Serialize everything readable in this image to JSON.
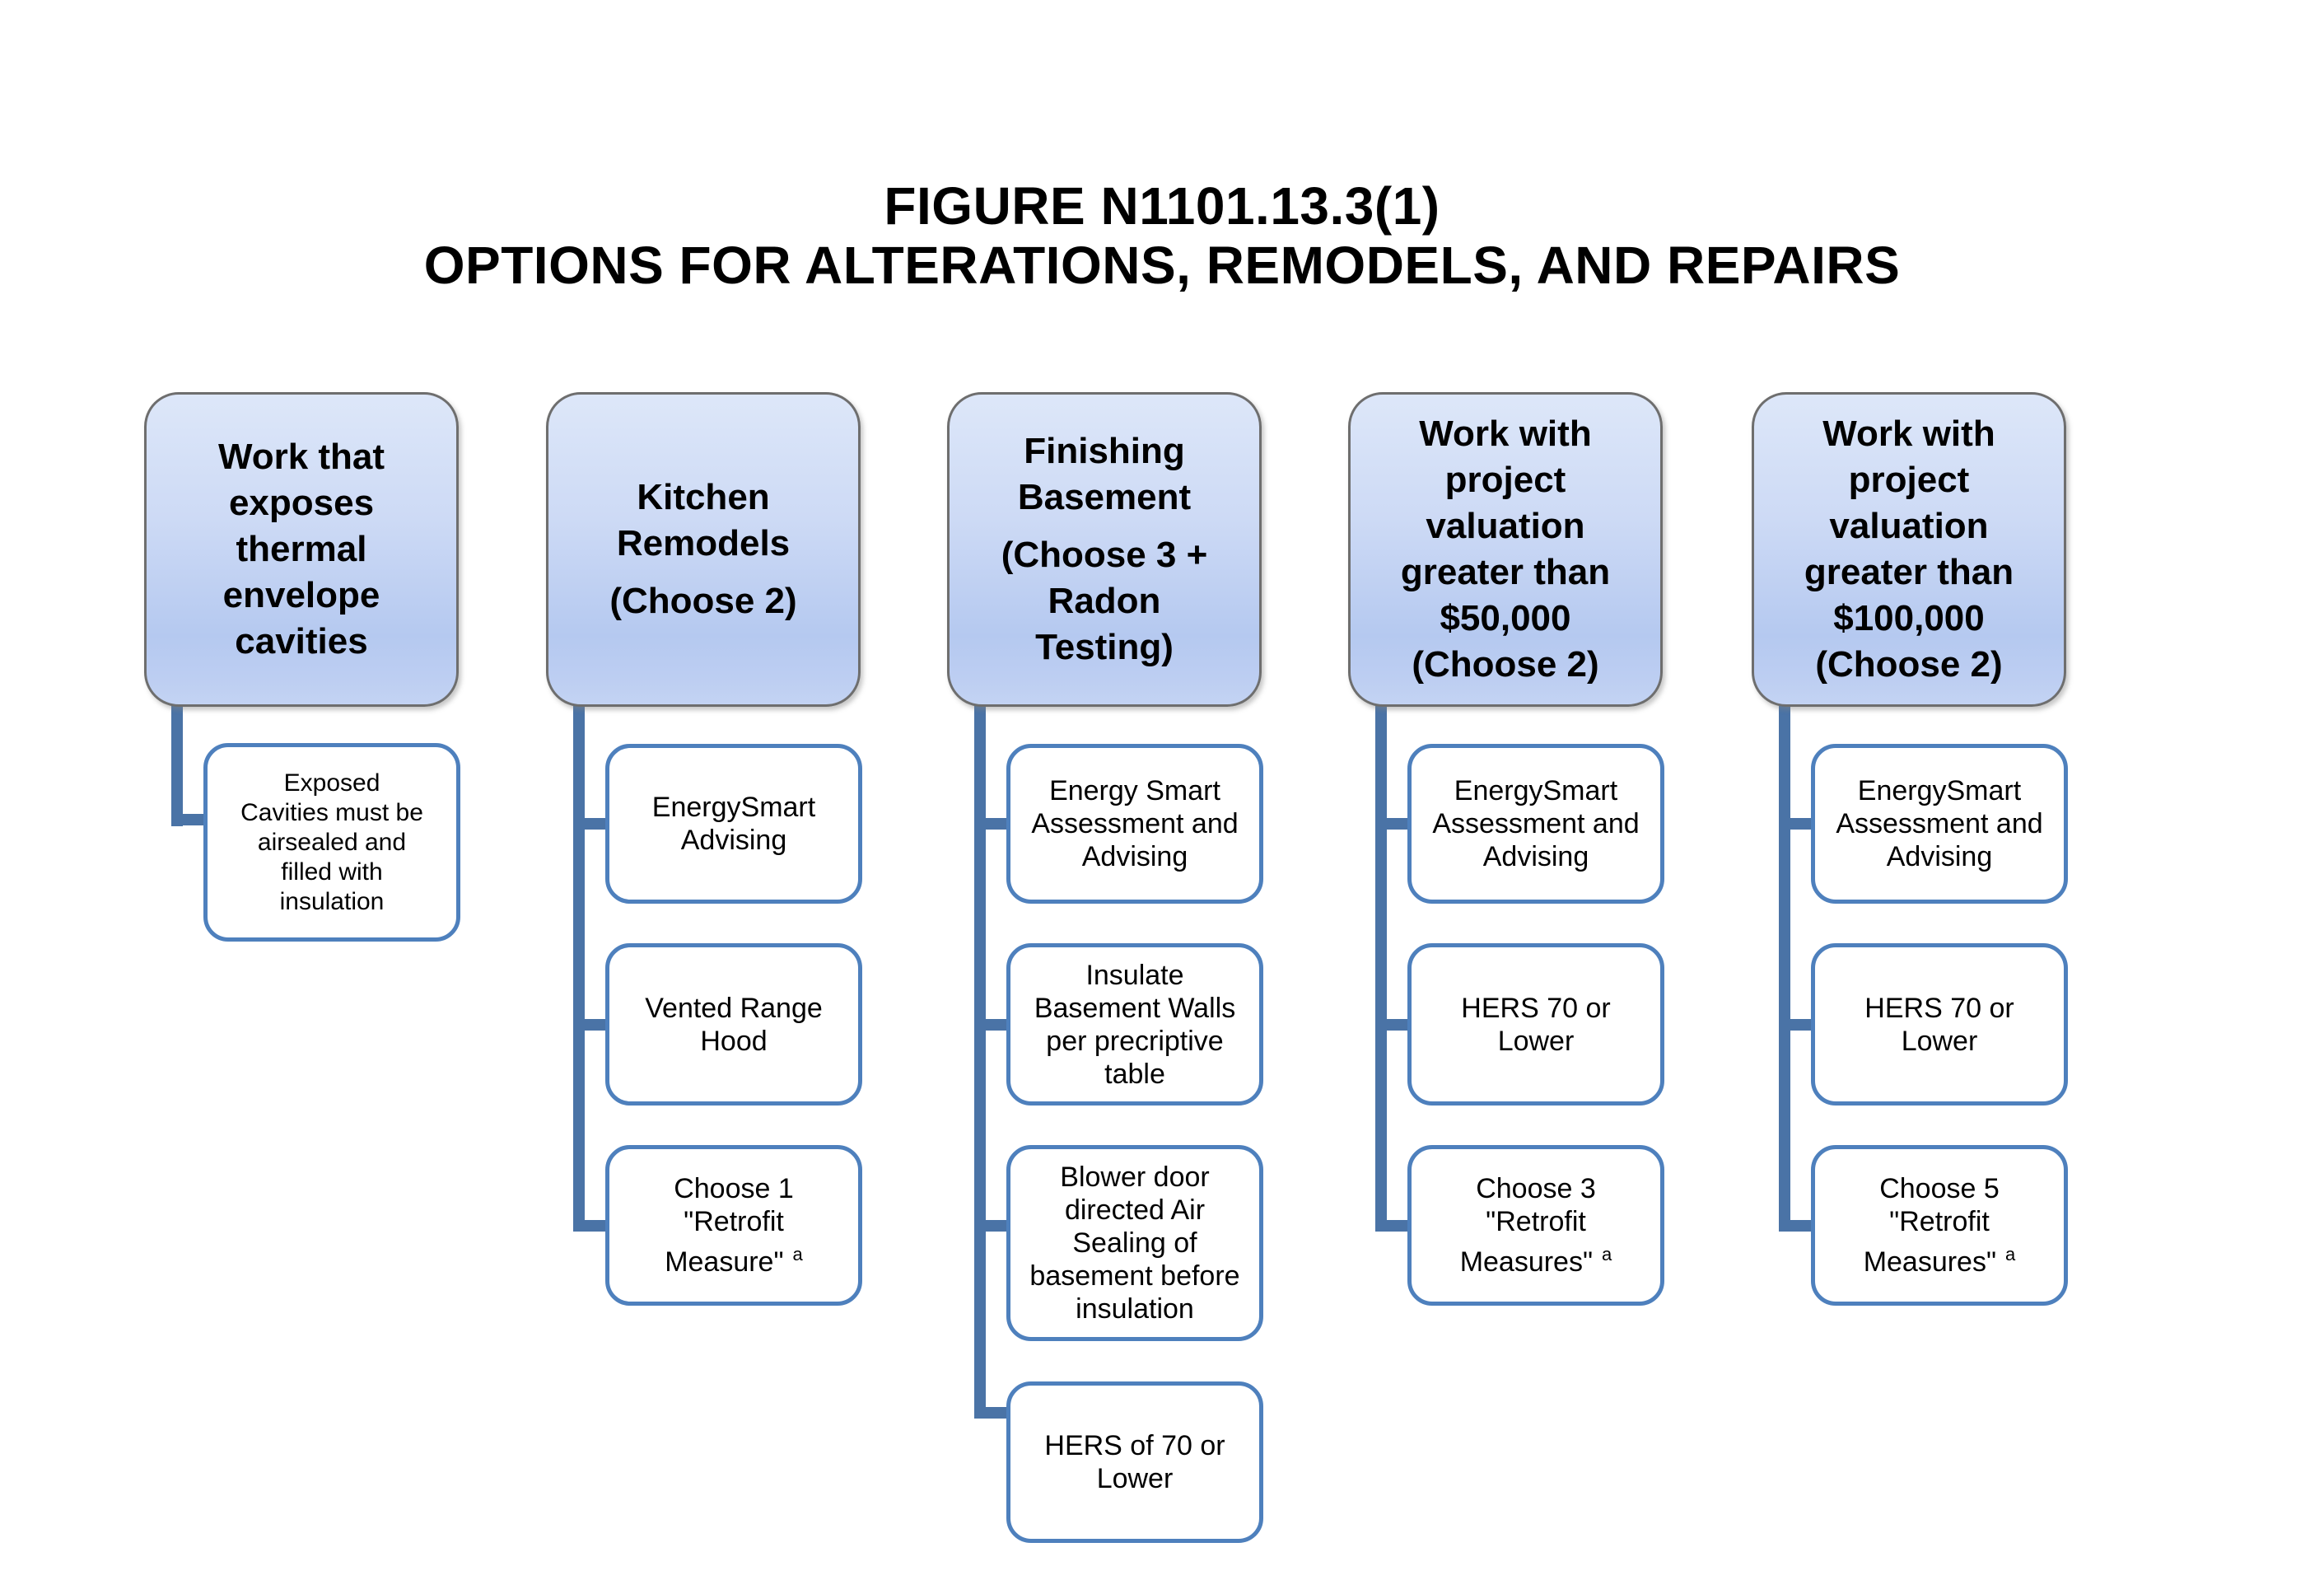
{
  "title": {
    "line1": "FIGURE N1101.13.3(1)",
    "line2": "OPTIONS FOR ALTERATIONS, REMODELS, AND REPAIRS"
  },
  "colors": {
    "connector": "#4a73a6",
    "child_border": "#4e80bd",
    "header_border": "#6e6e6e",
    "header_gradient_top": "#dde7f9",
    "header_gradient_bottom": "#b5c9f0",
    "text": "#000000",
    "background": "#ffffff"
  },
  "columns": [
    {
      "header": {
        "line1": "Work that\nexposes\nthermal\nenvelope\ncavities",
        "line2": ""
      },
      "children": [
        {
          "text": "Exposed\nCavities must be\nairsealed and\nfilled with\ninsulation",
          "sup": ""
        }
      ]
    },
    {
      "header": {
        "line1": "Kitchen\nRemodels",
        "line2": "(Choose 2)"
      },
      "children": [
        {
          "text": "EnergySmart\nAdvising",
          "sup": ""
        },
        {
          "text": "Vented Range\nHood",
          "sup": ""
        },
        {
          "text": "Choose 1\n\"Retrofit\nMeasure\"",
          "sup": "a"
        }
      ]
    },
    {
      "header": {
        "line1": "Finishing\nBasement",
        "line2": "(Choose 3 +\nRadon\nTesting)"
      },
      "children": [
        {
          "text": "Energy Smart\nAssessment  and\nAdvising",
          "sup": ""
        },
        {
          "text": "Insulate\nBasement Walls\nper precriptive\ntable",
          "sup": ""
        },
        {
          "text": "Blower door\ndirected Air\nSealing of\nbasement before\ninsulation",
          "sup": ""
        },
        {
          "text": "HERS of 70 or\nLower",
          "sup": ""
        }
      ]
    },
    {
      "header": {
        "line1": "Work with\nproject\nvaluation\ngreater than\n$50,000\n(Choose 2)",
        "line2": ""
      },
      "children": [
        {
          "text": "EnergySmart\nAssessment  and\nAdvising",
          "sup": ""
        },
        {
          "text": "HERS 70 or\nLower",
          "sup": ""
        },
        {
          "text": "Choose 3\n\"Retrofit\nMeasures\"",
          "sup": "a"
        }
      ]
    },
    {
      "header": {
        "line1": "Work with\nproject\nvaluation\ngreater than\n$100,000\n(Choose 2)",
        "line2": ""
      },
      "children": [
        {
          "text": "EnergySmart\nAssessment  and\nAdvising",
          "sup": ""
        },
        {
          "text": "HERS 70 or\nLower",
          "sup": ""
        },
        {
          "text": "Choose 5\n\"Retrofit\nMeasures\"",
          "sup": "a"
        }
      ]
    }
  ]
}
